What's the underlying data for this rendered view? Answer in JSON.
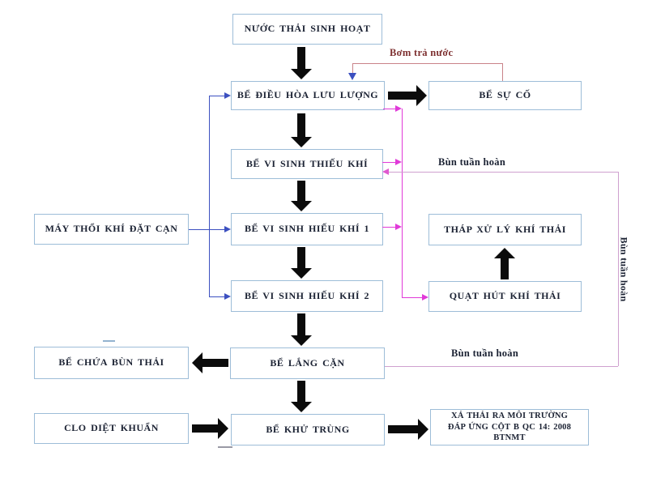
{
  "diagram": {
    "nodes": {
      "nuoc_thai_sinh_hoat": "NƯỚC THẢI SINH HOẠT",
      "be_dieu_hoa": "BỂ ĐIỀU HÒA LƯU LƯỢNG",
      "be_su_co": "BỂ SỰ CỐ",
      "be_vi_sinh_thieu_khi": "BỂ VI SINH THIẾU KHÍ",
      "may_thoi_khi": "MÁY THỔI KHÍ ĐẶT CẠN",
      "be_vi_sinh_hieu_khi_1": "BỂ VI SINH HIẾU KHÍ 1",
      "thap_xu_ly_khi_thai": "THÁP XỬ LÝ KHÍ THẢI",
      "be_vi_sinh_hieu_khi_2": "BỂ VI SINH HIẾU KHÍ 2",
      "quat_hut_khi_thai": "QUẠT HÚT KHÍ THẢI",
      "be_lang_can": "BỂ LẮNG CẶN",
      "be_chua_bun_thai": "BỂ CHỨA BÙN THẢI",
      "clo_diet_khuan": "CLO DIỆT KHUẨN",
      "be_khu_trung": "BỂ KHỬ TRÙNG",
      "xa_thai_line1": "XẢ THẢI RA MÔI TRƯỜNG",
      "xa_thai_line2": "ĐÁP ỨNG CỘT B QC 14: 2008 BTNMT"
    },
    "edge_labels": {
      "bom_tra_nuoc": "Bơm trả nước",
      "bun_tuan_hoan_return": "Bùn tuần hoàn",
      "bun_tuan_hoan_from_lang_can": "Bùn tuần hoàn",
      "bun_tuan_hoan_vertical": "Bùn tuần hoàn"
    },
    "colors": {
      "box_border": "#9dbdd8",
      "text": "#1b2233",
      "black_arrow": "#0b0b0b",
      "aeration_line_blue": "#3c50c0",
      "gas_line_magenta": "#e03ad8",
      "sludge_line_plum": "#cfa0cf",
      "return_water_line_red": "#c98389",
      "return_water_label_red": "#7d2f2f"
    }
  }
}
